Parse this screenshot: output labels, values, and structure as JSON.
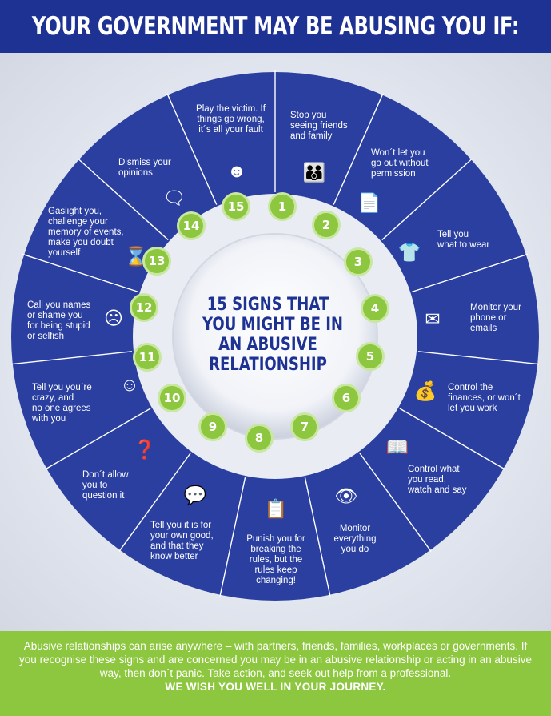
{
  "title": "YOUR GOVERNMENT MAY BE ABUSING YOU IF:",
  "center_title": [
    "15 SIGNS THAT",
    "YOU MIGHT BE IN",
    "AN ABUSIVE",
    "RELATIONSHIP"
  ],
  "colors": {
    "banner": "#1e3294",
    "wheel_blue": "#2a3fa0",
    "accent_green": "#8dc63f",
    "background": "#e6e9f1"
  },
  "segments": [
    {
      "number": "1",
      "icon": "people-family-icon",
      "lines": [
        "Stop you",
        "seeing friends",
        "and family"
      ]
    },
    {
      "number": "2",
      "icon": "document-permission-icon",
      "lines": [
        "Won´t let you",
        "go out without",
        "permission"
      ]
    },
    {
      "number": "3",
      "icon": "shirt-icon",
      "lines": [
        "Tell you",
        "what to wear"
      ]
    },
    {
      "number": "4",
      "icon": "email-monitor-icon",
      "lines": [
        "Monitor your",
        "phone or",
        "emails"
      ]
    },
    {
      "number": "5",
      "icon": "money-bag-icon",
      "lines": [
        "Control the",
        "finances, or won´t",
        "let you work"
      ]
    },
    {
      "number": "6",
      "icon": "person-reading-icon",
      "lines": [
        "Control what",
        "you read,",
        "watch and say"
      ]
    },
    {
      "number": "7",
      "icon": "eye-watching-icon",
      "lines": [
        "Monitor",
        "everything",
        "you do"
      ]
    },
    {
      "number": "8",
      "icon": "rules-checklist-icon",
      "lines": [
        "Punish you for",
        "breaking the",
        "rules, but the",
        "rules keep",
        "changing!"
      ]
    },
    {
      "number": "9",
      "icon": "people-discussion-icon",
      "lines": [
        "Tell you it is for",
        "your own good,",
        "and that they",
        "know better"
      ]
    },
    {
      "number": "10",
      "icon": "person-question-icon",
      "lines": [
        "Don´t allow",
        "you to",
        "question it"
      ]
    },
    {
      "number": "11",
      "icon": "dancing-people-icon",
      "lines": [
        "Tell you you´re",
        "crazy, and",
        "no one agrees",
        "with you"
      ]
    },
    {
      "number": "12",
      "icon": "angry-face-icon",
      "lines": [
        "Call you names",
        "or shame you",
        "for being stupid",
        "or selfish"
      ]
    },
    {
      "number": "13",
      "icon": "memory-events-icon",
      "lines": [
        "Gaslight you,",
        "challenge your",
        "memory of events,",
        "make you doubt",
        "yourself"
      ]
    },
    {
      "number": "14",
      "icon": "person-opinion-icon",
      "lines": [
        "Dismiss your",
        "opinions"
      ]
    },
    {
      "number": "15",
      "icon": "victim-person-icon",
      "lines": [
        "Play the victim. If",
        "things go wrong,",
        "it´s all your fault"
      ]
    }
  ],
  "footer": {
    "text": "Abusive relationships can arise anywhere – with partners, friends, families, workplaces or governments. If you recognise these signs and are concerned you may be in an abusive relationship or acting in an abusive way, then don´t panic. Take action, and seek out help from a professional.",
    "cta": "WE WISH YOU WELL IN YOUR JOURNEY."
  }
}
